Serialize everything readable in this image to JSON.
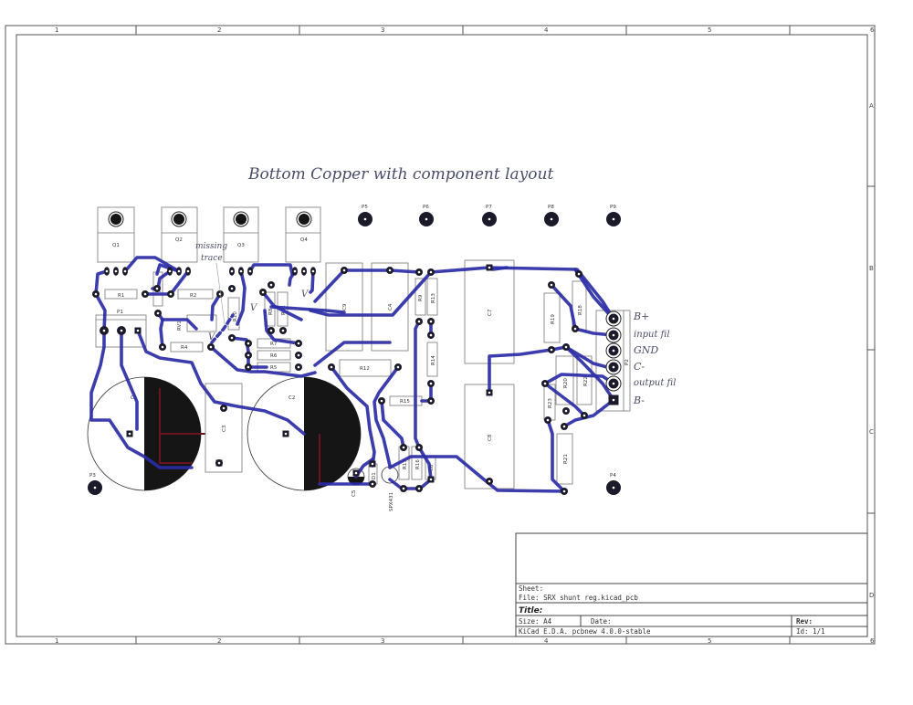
{
  "ruler": {
    "columns": [
      "1",
      "2",
      "3",
      "4",
      "5",
      "6"
    ],
    "rows": [
      "A",
      "B",
      "C",
      "D"
    ]
  },
  "annotation": {
    "heading": "Bottom Copper with component layout",
    "missing_line1": "missing",
    "missing_line2": "trace",
    "v_marks": [
      "V",
      "V",
      "V"
    ],
    "connector_notes": [
      "B+",
      "input fil",
      "GND",
      "C-",
      "output fil",
      "B-"
    ]
  },
  "components": {
    "transistors": [
      "Q1",
      "Q2",
      "Q3",
      "Q4"
    ],
    "mount_pads": [
      "P5",
      "P6",
      "P7",
      "P8",
      "P9"
    ],
    "P1": "P1",
    "P2": "P2",
    "P3": "P3",
    "P4": "P4",
    "R1": "R1",
    "R2": "R2",
    "R3": "R3",
    "R4": "R4",
    "R5": "R5",
    "R6": "R6",
    "R7": "R7",
    "R8": "R8",
    "R9": "R9",
    "R10": "R10",
    "R11": "R11",
    "R12": "R12",
    "R13": "R13",
    "R14": "R14",
    "R15": "R15",
    "R16": "R16",
    "R17": "R17",
    "R18": "R18",
    "R19": "R19",
    "R20": "R20",
    "R21": "R21",
    "R22": "R22",
    "R23": "R23",
    "RV1": "RV1",
    "C1": "C1",
    "C2": "C2",
    "C3": "C3",
    "C4": "C4",
    "C5": "C5",
    "C6": "C6",
    "C7": "C7",
    "C8": "C8",
    "C9": "C9",
    "D1": "D1",
    "U1": "SPX431"
  },
  "title_block": {
    "sheet": "Sheet:",
    "file": "File: SRX shunt reg.kicad_pcb",
    "title": "Title:",
    "size": "Size: A4",
    "date": "Date:",
    "rev": "Rev:",
    "tool": "KiCad E.D.A.  pcbnew 4.0.0-stable",
    "id": "Id: 1/1"
  },
  "colors": {
    "copper": "#2b2ca6",
    "paper": "#ffffff",
    "fill": "#1a1a1a"
  }
}
